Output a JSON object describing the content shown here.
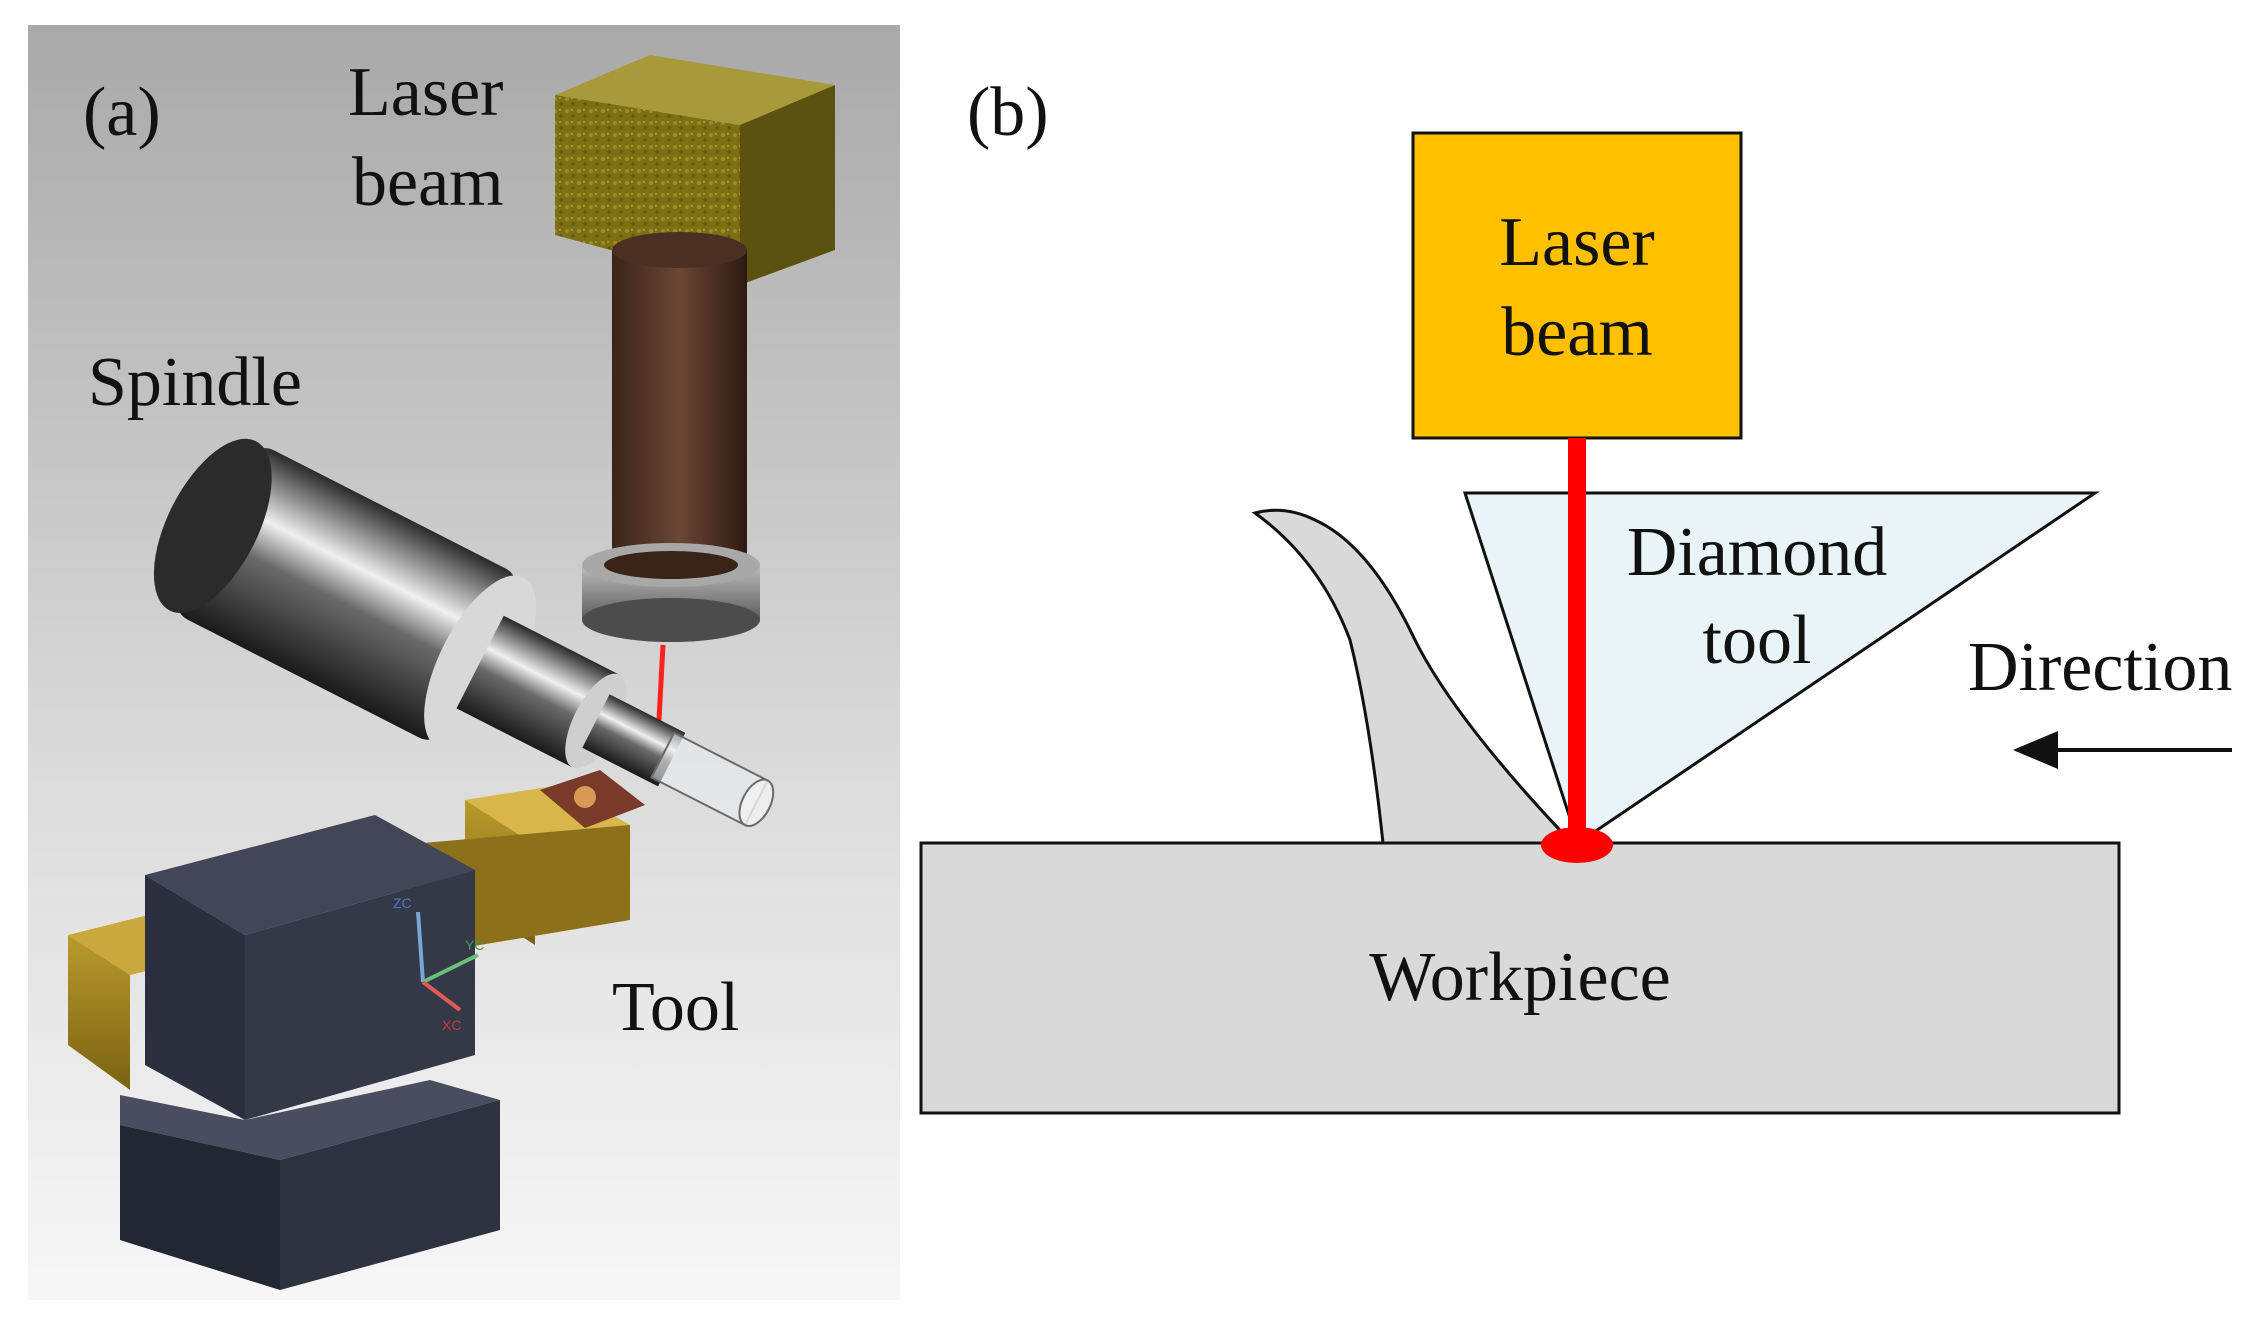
{
  "panel_a": {
    "label": "(a)",
    "laser_label_line1": "Laser",
    "laser_label_line2": "beam",
    "spindle_label": "Spindle",
    "tool_label": "Tool",
    "axes": {
      "z": "ZC",
      "y": "YC",
      "x": "XC"
    }
  },
  "panel_b": {
    "label": "(b)",
    "laser_box_line1": "Laser",
    "laser_box_line2": "beam",
    "diamond_line1": "Diamond",
    "diamond_line2": "tool",
    "direction_label": "Direction",
    "workpiece_label": "Workpiece"
  },
  "colors": {
    "laser_box": "#FFC000",
    "beam": "#FF0000",
    "diamond": "#E9F4F8",
    "workpiece": "#D9D9D9",
    "chip": "#D9D9D9"
  }
}
